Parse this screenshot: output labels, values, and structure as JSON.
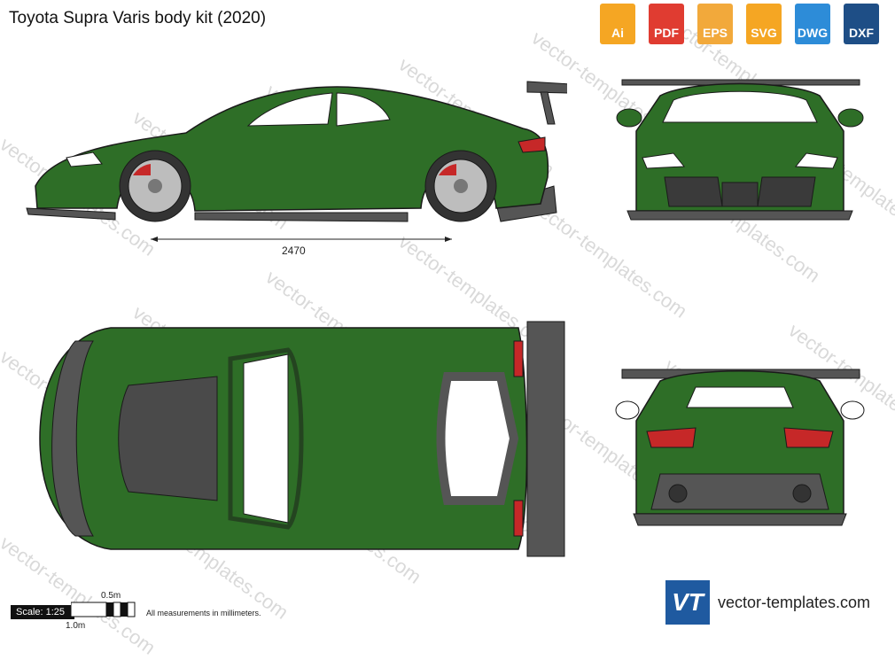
{
  "title": "Toyota Supra Varis body kit (2020)",
  "formats": [
    {
      "label": "Ai",
      "color": "#f5a623",
      "icon": "ai-file-icon"
    },
    {
      "label": "PDF",
      "color": "#e03c31",
      "icon": "pdf-file-icon"
    },
    {
      "label": "EPS",
      "color": "#f2a93b",
      "icon": "eps-file-icon"
    },
    {
      "label": "SVG",
      "color": "#f5a623",
      "icon": "svg-file-icon"
    },
    {
      "label": "DWG",
      "color": "#2d8cd8",
      "icon": "dwg-file-icon"
    },
    {
      "label": "DXF",
      "color": "#1e4e86",
      "icon": "dxf-file-icon"
    }
  ],
  "watermark_text": "vector-templates.com",
  "wheelbase_label": "2470",
  "scale": {
    "label": "Scale: 1:25",
    "half": "0.5m",
    "full": "1.0m"
  },
  "note": "All measurements in millimeters.",
  "logo_text": "VT",
  "site": "vector-templates.com",
  "colors": {
    "body": "#2e6e27",
    "trim": "#555555",
    "outline": "#1a1a1a",
    "accent": "#c62828"
  }
}
